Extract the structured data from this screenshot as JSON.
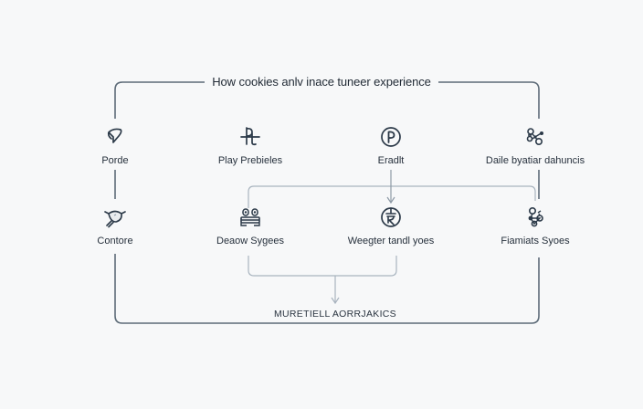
{
  "diagram": {
    "title": "How cookies anlv inace tuneer experience",
    "colors": {
      "background": "#f7f8f9",
      "outer_frame": "#5d6b78",
      "inner_connector": "#a9b4bf",
      "icon_stroke": "#2b3948",
      "text": "#222b36"
    },
    "top_row": [
      {
        "label": "Porde",
        "icon": "hang-glider-icon"
      },
      {
        "label": "Play Prebieles",
        "icon": "pe-monogram-icon"
      },
      {
        "label": "Eradlt",
        "icon": "circled-p-icon"
      },
      {
        "label": "Daile byatiar dahuncis",
        "icon": "molecule-cluster-icon"
      }
    ],
    "bottom_row": [
      {
        "label": "Contore",
        "icon": "bowl-with-handle-icon"
      },
      {
        "label": "Deaow Sygees",
        "icon": "robot-face-icon"
      },
      {
        "label": "Weegter tandl yoes",
        "icon": "circled-rupee-icon"
      },
      {
        "label": "Fiamiats Syoes",
        "icon": "network-nodes-icon"
      }
    ],
    "footer": "MURETIELL AORRJAKICS"
  }
}
